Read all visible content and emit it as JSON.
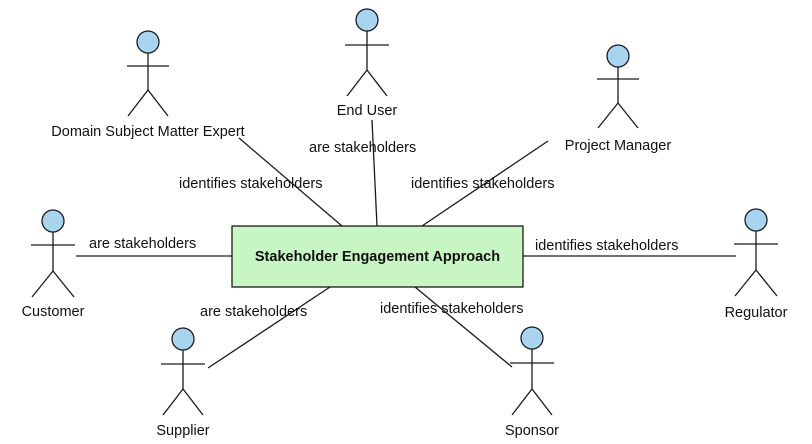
{
  "colors": {
    "actor_head": "#a8d4f0",
    "center_fill": "#c7f5c4",
    "line": "#1a1a1a"
  },
  "center": {
    "title": "Stakeholder Engagement Approach"
  },
  "actors": [
    {
      "id": "domain-expert",
      "name": "Domain Subject Matter Expert"
    },
    {
      "id": "end-user",
      "name": "End User"
    },
    {
      "id": "project-manager",
      "name": "Project Manager"
    },
    {
      "id": "customer",
      "name": "Customer"
    },
    {
      "id": "regulator",
      "name": "Regulator"
    },
    {
      "id": "supplier",
      "name": "Supplier"
    },
    {
      "id": "sponsor",
      "name": "Sponsor"
    }
  ],
  "associations": [
    {
      "actor": "domain-expert",
      "label": "identifies stakeholders"
    },
    {
      "actor": "end-user",
      "label": "are stakeholders"
    },
    {
      "actor": "project-manager",
      "label": "identifies stakeholders"
    },
    {
      "actor": "customer",
      "label": "are stakeholders"
    },
    {
      "actor": "regulator",
      "label": "identifies stakeholders"
    },
    {
      "actor": "supplier",
      "label": "are stakeholders"
    },
    {
      "actor": "sponsor",
      "label": "identifies stakeholders"
    }
  ]
}
